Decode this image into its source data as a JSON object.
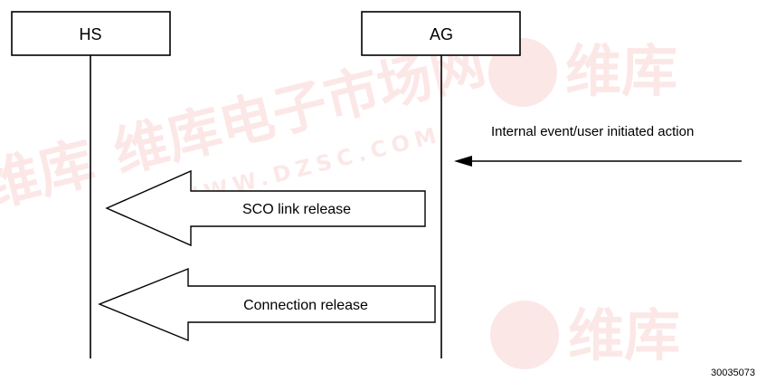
{
  "lifelines": {
    "hs": {
      "label": "HS"
    },
    "ag": {
      "label": "AG"
    }
  },
  "messages": {
    "internal_event": {
      "label": "Internal event/user initiated action"
    },
    "sco_link_release": {
      "label": "SCO link release"
    },
    "connection_release": {
      "label": "Connection release"
    }
  },
  "figure_id": "30035073",
  "watermark": {
    "text_cn": "维库电子市场网",
    "text_url": "WWW.DZSC.COM",
    "logo_text": "维库",
    "color": "#e94b4b"
  },
  "colors": {
    "line": "#000000",
    "background": "#ffffff"
  }
}
